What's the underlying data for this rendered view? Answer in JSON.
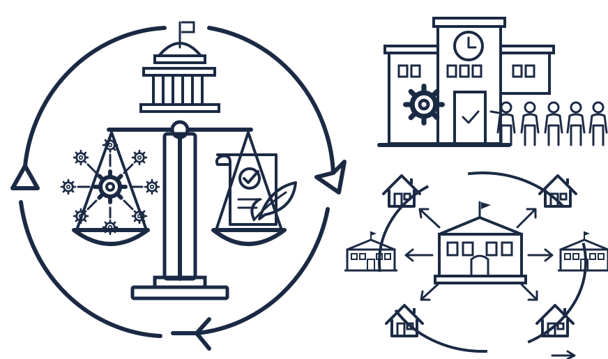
{
  "colors": {
    "ink": "#1b2a44",
    "background": "#ffffff"
  },
  "illustration": {
    "left_panel": {
      "icons": [
        "cycle-arrows",
        "capitol-dome",
        "flag",
        "balance-scale",
        "network-gears",
        "checklist-scroll",
        "leaf"
      ]
    },
    "top_right_panel": {
      "icons": [
        "school-building",
        "clock",
        "gear",
        "checkbox-door",
        "group-of-people"
      ],
      "people_count": 5
    },
    "bottom_right_panel": {
      "icons": [
        "central-school",
        "small-houses",
        "satellite-schools",
        "outward-arrows"
      ],
      "house_count": 4,
      "satellite_school_count": 2
    }
  }
}
